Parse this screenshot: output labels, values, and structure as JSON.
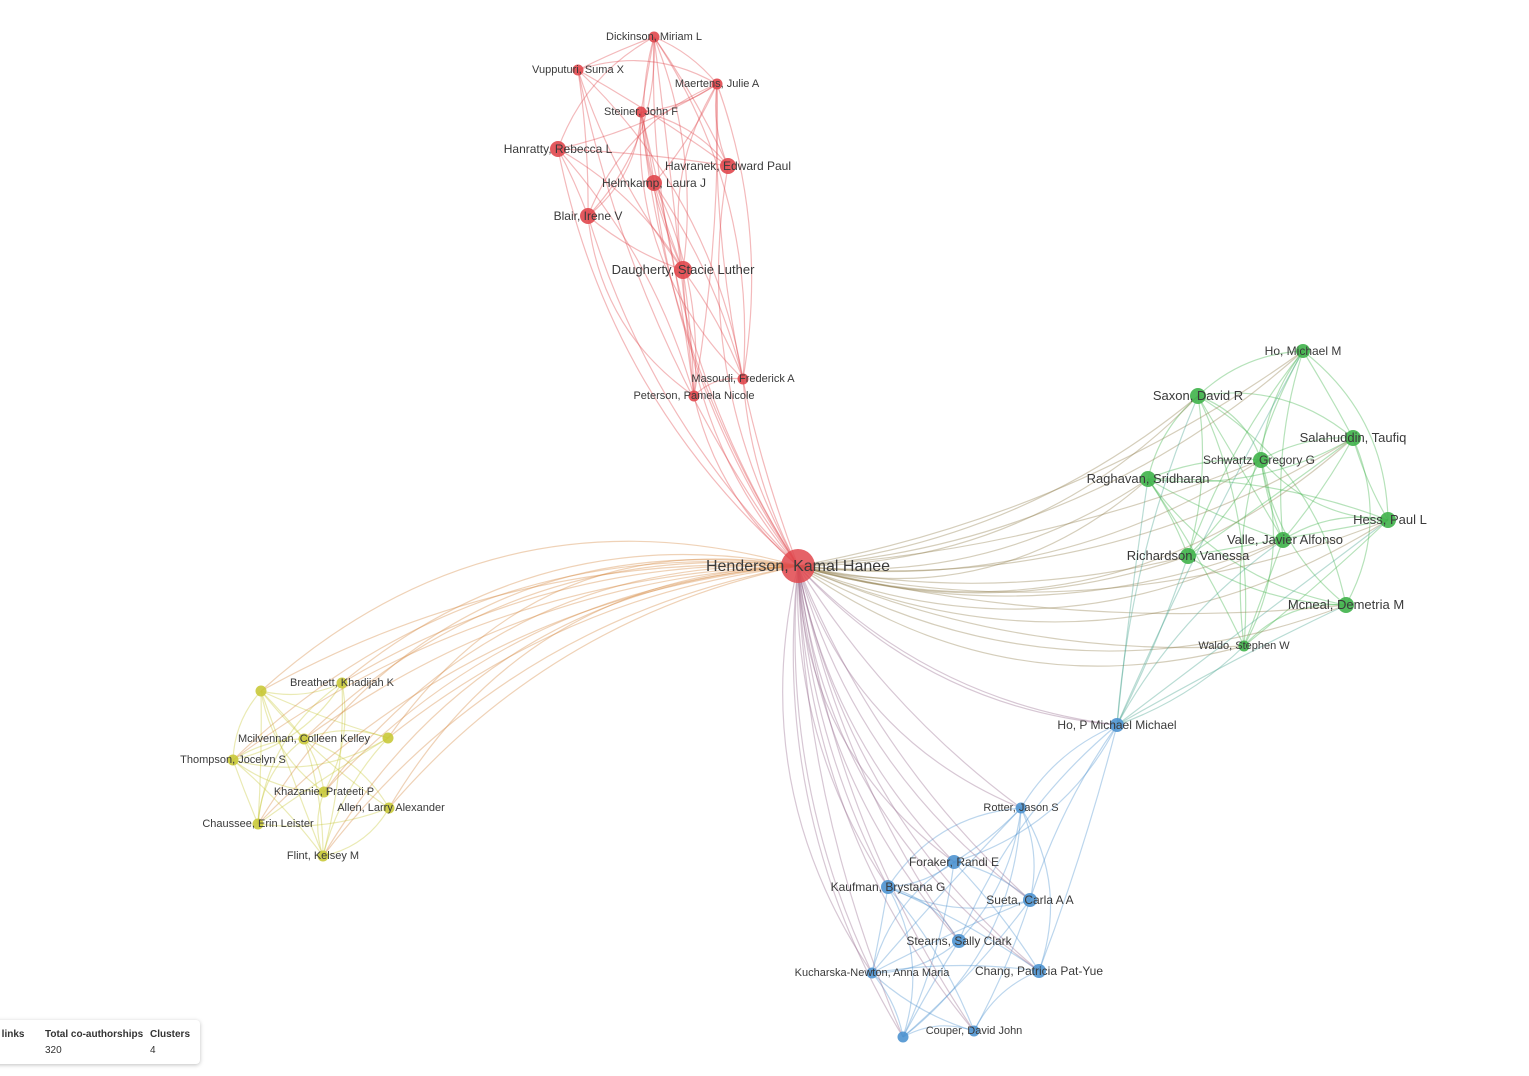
{
  "colors": {
    "red": "#e0474c",
    "green": "#3fb34a",
    "blue": "#4e93d0",
    "yellow": "#c9c93a"
  },
  "nodes": [
    {
      "id": "henderson",
      "label": "Henderson, Kamal Hanee",
      "cluster": "red",
      "weight": 10
    },
    {
      "id": "dickinson",
      "label": "Dickinson, Miriam L",
      "cluster": "red",
      "weight": 2
    },
    {
      "id": "vupputuri",
      "label": "Vupputuri, Suma X",
      "cluster": "red",
      "weight": 2
    },
    {
      "id": "maertens",
      "label": "Maertens, Julie A",
      "cluster": "red",
      "weight": 2
    },
    {
      "id": "steiner",
      "label": "Steiner, John F",
      "cluster": "red",
      "weight": 2
    },
    {
      "id": "hanratty",
      "label": "Hanratty, Rebecca L",
      "cluster": "red",
      "weight": 4
    },
    {
      "id": "havranek",
      "label": "Havranek, Edward Paul",
      "cluster": "red",
      "weight": 4
    },
    {
      "id": "helmkamp",
      "label": "Helmkamp, Laura J",
      "cluster": "red",
      "weight": 4
    },
    {
      "id": "blair",
      "label": "Blair, Irene V",
      "cluster": "red",
      "weight": 4
    },
    {
      "id": "daugherty",
      "label": "Daugherty, Stacie Luther",
      "cluster": "red",
      "weight": 5
    },
    {
      "id": "masoudi",
      "label": "Masoudi, Frederick A",
      "cluster": "red",
      "weight": 2
    },
    {
      "id": "peterson",
      "label": "Peterson, Pamela Nicole",
      "cluster": "red",
      "weight": 2
    },
    {
      "id": "homichaelm",
      "label": "Ho, Michael M",
      "cluster": "green",
      "weight": 3
    },
    {
      "id": "saxon",
      "label": "Saxon, David R",
      "cluster": "green",
      "weight": 4
    },
    {
      "id": "salahuddin",
      "label": "Salahuddin, Taufiq",
      "cluster": "green",
      "weight": 4
    },
    {
      "id": "schwartz",
      "label": "Schwartz, Gregory G",
      "cluster": "green",
      "weight": 4
    },
    {
      "id": "raghavan",
      "label": "Raghavan, Sridharan",
      "cluster": "green",
      "weight": 4
    },
    {
      "id": "hess",
      "label": "Hess, Paul L",
      "cluster": "green",
      "weight": 4
    },
    {
      "id": "valle",
      "label": "Valle, Javier Alfonso",
      "cluster": "green",
      "weight": 4
    },
    {
      "id": "richardson",
      "label": "Richardson, Vanessa",
      "cluster": "green",
      "weight": 4
    },
    {
      "id": "mcneal",
      "label": "Mcneal, Demetria M",
      "cluster": "green",
      "weight": 4
    },
    {
      "id": "waldo",
      "label": "Waldo, Stephen W",
      "cluster": "green",
      "weight": 2
    },
    {
      "id": "hopmichael",
      "label": "Ho, P Michael Michael",
      "cluster": "blue",
      "weight": 3
    },
    {
      "id": "rotter",
      "label": "Rotter, Jason S",
      "cluster": "blue",
      "weight": 2
    },
    {
      "id": "foraker",
      "label": "Foraker, Randi E",
      "cluster": "blue",
      "weight": 3
    },
    {
      "id": "kaufman",
      "label": "Kaufman, Brystana G",
      "cluster": "blue",
      "weight": 3
    },
    {
      "id": "sueta",
      "label": "Sueta, Carla A A",
      "cluster": "blue",
      "weight": 3
    },
    {
      "id": "stearns",
      "label": "Stearns, Sally Clark",
      "cluster": "blue",
      "weight": 3
    },
    {
      "id": "kucharska",
      "label": "Kucharska-Newton, Anna Maria",
      "cluster": "blue",
      "weight": 2
    },
    {
      "id": "chang",
      "label": "Chang, Patricia Pat-Yue",
      "cluster": "blue",
      "weight": 3
    },
    {
      "id": "couper",
      "label": "Couper, David John",
      "cluster": "blue",
      "weight": 2
    },
    {
      "id": "blue_unlabeled",
      "label": "",
      "cluster": "blue",
      "weight": 2
    },
    {
      "id": "breathett",
      "label": "Breathett, Khadijah K",
      "cluster": "yellow",
      "weight": 2
    },
    {
      "id": "mcilvennan",
      "label": "Mcilvennan, Colleen Kelley",
      "cluster": "yellow",
      "weight": 2
    },
    {
      "id": "thompson",
      "label": "Thompson, Jocelyn S",
      "cluster": "yellow",
      "weight": 2
    },
    {
      "id": "khazanie",
      "label": "Khazanie, Prateeti P",
      "cluster": "yellow",
      "weight": 2
    },
    {
      "id": "allen",
      "label": "Allen, Larry Alexander",
      "cluster": "yellow",
      "weight": 2
    },
    {
      "id": "chaussee",
      "label": "Chaussee, Erin Leister",
      "cluster": "yellow",
      "weight": 2
    },
    {
      "id": "flint",
      "label": "Flint, Kelsey M",
      "cluster": "yellow",
      "weight": 2
    },
    {
      "id": "yellow_unlabeled_1",
      "label": "",
      "cluster": "yellow",
      "weight": 2
    },
    {
      "id": "yellow_unlabeled_2",
      "label": "",
      "cluster": "yellow",
      "weight": 2
    }
  ],
  "stats": {
    "links_label": "Links",
    "links_visible_label": "ip links",
    "total_label": "Total co-authorships",
    "total_value": "320",
    "clusters_label": "Clusters",
    "clusters_value": "4"
  }
}
